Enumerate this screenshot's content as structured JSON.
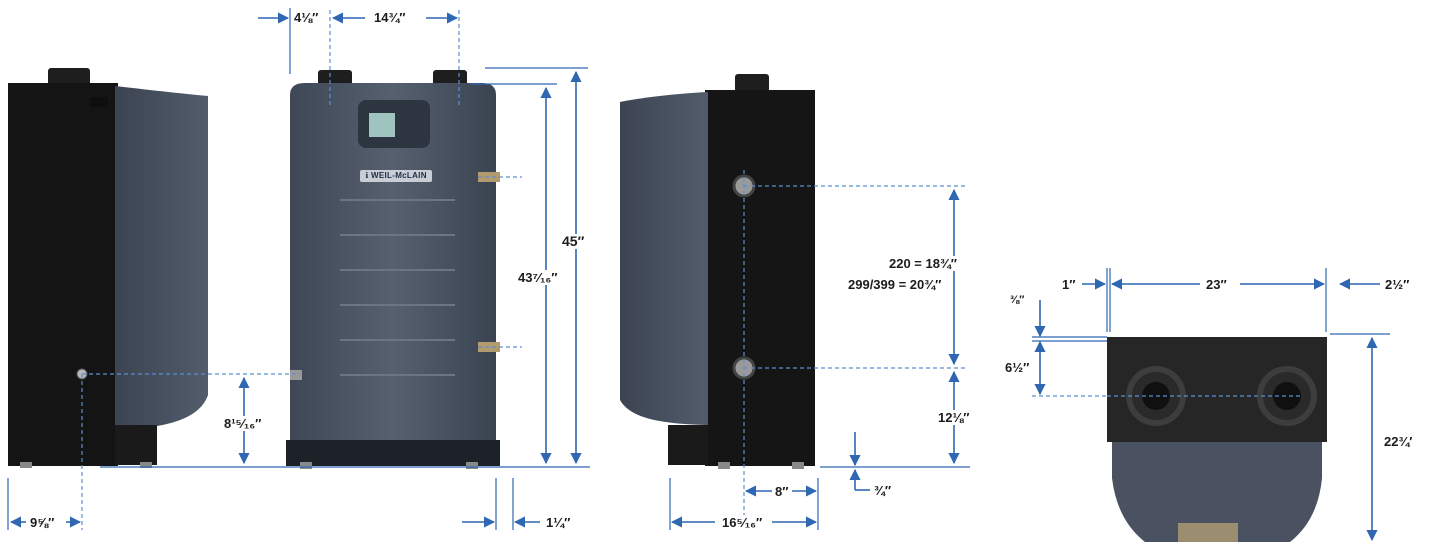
{
  "dimensions": {
    "pipe_offset": "4⅛″",
    "pipe_spacing": "14¾″",
    "total_height": "45″",
    "front_height": "43⁷⁄₁₆″",
    "gas_height": "8¹⁵⁄₁₆″",
    "side_gas_depth": "9⅝″",
    "front_right_offset": "1¼″",
    "connection_spacing_220": "220 = 18¾″",
    "connection_spacing_299_399": "299/399 = 20¾″",
    "lower_connection_height": "12⅛″",
    "rear_pipe_offset": "8″",
    "base_clearance": "¾″",
    "rear_depth": "16⁵⁄₁₆″",
    "top_left_margin": "1″",
    "top_width": "23″",
    "top_right_margin": "2½″",
    "top_front_offset": "⅜″",
    "top_pipe_offset": "6½″",
    "top_depth": "22¾′"
  },
  "brand_badge": "ℹ WEIL-McLAIN"
}
